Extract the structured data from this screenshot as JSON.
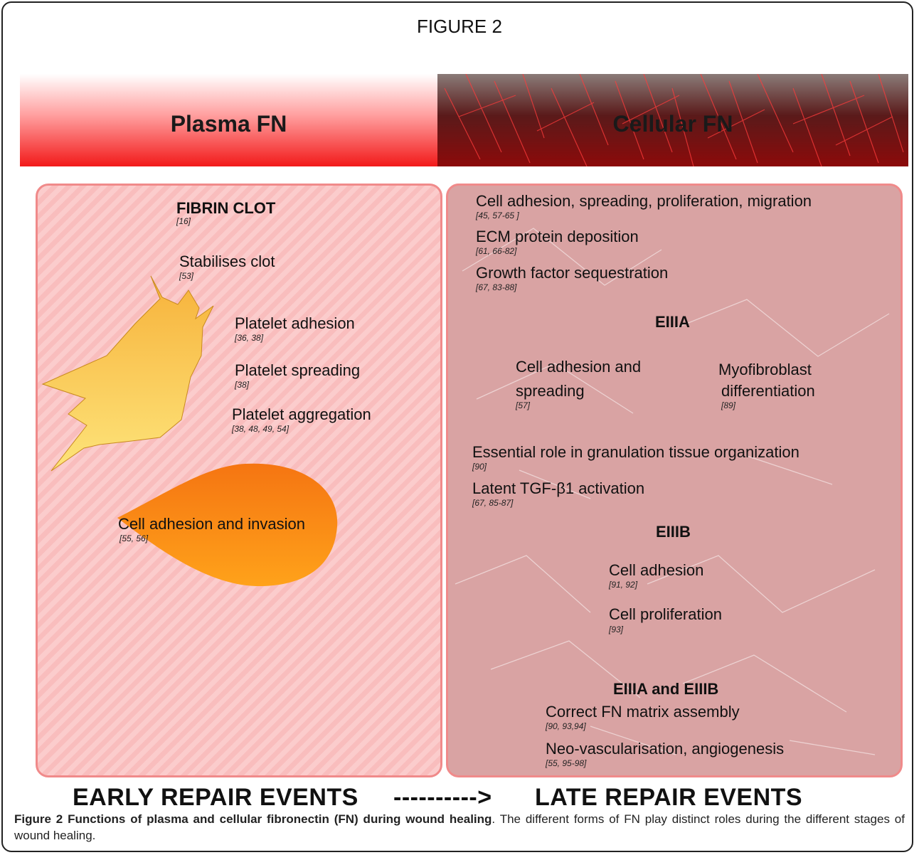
{
  "figure_label": "FIGURE 2",
  "header": {
    "left_title": "Plasma FN",
    "right_title": "Cellular FN"
  },
  "left_panel": {
    "fibrin_clot": "FIBRIN CLOT",
    "fibrin_clot_ref": "[16]",
    "stabilises": "Stabilises clot",
    "stabilises_ref": "[53]",
    "platelet_adhesion": "Platelet adhesion",
    "platelet_adhesion_ref": "[36, 38]",
    "platelet_spreading": "Platelet spreading",
    "platelet_spreading_ref": "[38]",
    "platelet_aggregation": "Platelet aggregation",
    "platelet_aggregation_ref": "[38, 48, 49, 54]",
    "cell_adhesion_invasion": "Cell adhesion and invasion",
    "cell_adhesion_invasion_ref": "[55, 56]"
  },
  "right_panel": {
    "items_top": [
      {
        "label": "Cell adhesion, spreading, proliferation, migration",
        "ref": "[45, 57-65 ]"
      },
      {
        "label": "ECM protein deposition",
        "ref": "[61, 66-82]"
      },
      {
        "label": "Growth factor sequestration",
        "ref": "[67, 83-88]"
      }
    ],
    "eiiia_title": "EIIIA",
    "eiiia_cell_line1": "Cell adhesion and",
    "eiiia_cell_line2": "spreading",
    "eiiia_cell_ref": "[57]",
    "myo_line1": "Myofibroblast",
    "myo_line2": "differentiation",
    "myo_ref": "[89]",
    "items_mid": [
      {
        "label": "Essential role in granulation tissue organization",
        "ref": "[90]"
      },
      {
        "label": "Latent TGF-β1 activation",
        "ref": "[67, 85-87]"
      }
    ],
    "eiiib_title": "EIIIB",
    "eiiib_adhesion": "Cell adhesion",
    "eiiib_adhesion_ref": "[91, 92]",
    "eiiib_prolif": "Cell proliferation",
    "eiiib_prolif_ref": "[93]",
    "both_title": "EIIIA and EIIIB",
    "items_bottom": [
      {
        "label": "Correct FN matrix assembly",
        "ref": "[90, 93,94]"
      },
      {
        "label": "Neo-vascularisation, angiogenesis",
        "ref": "[55, 95-98]"
      }
    ]
  },
  "bottom": {
    "early": "EARLY REPAIR EVENTS",
    "arrow": "---------->",
    "late": "LATE REPAIR EVENTS"
  },
  "caption": {
    "bold": "Figure 2 Functions of plasma and cellular fibronectin (FN) during wound healing",
    "rest": ". The different forms of FN play distinct roles during the different stages of wound healing."
  },
  "colors": {
    "panel_border": "#f08a8a",
    "platelet": "#f5c542",
    "cell_orange": "#f58a1a",
    "myofibroblast": "#e8170f"
  }
}
